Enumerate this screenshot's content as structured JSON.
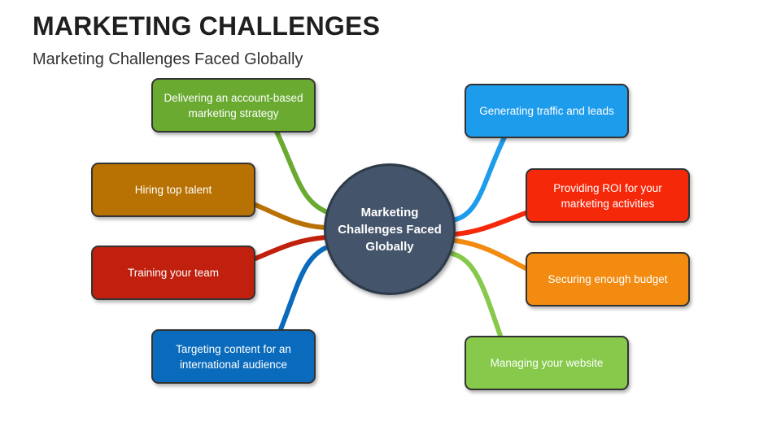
{
  "header": {
    "title": "MARKETING CHALLENGES",
    "subtitle": "Marketing Challenges Faced Globally"
  },
  "hub": {
    "label": "Marketing Challenges Faced Globally",
    "color": "#44546a"
  },
  "branches": [
    {
      "label": "Delivering an account-based marketing strategy",
      "color": "#6aaa31"
    },
    {
      "label": "Hiring top talent",
      "color": "#b87203"
    },
    {
      "label": "Training your team",
      "color": "#c0200d"
    },
    {
      "label": "Targeting content for an international audience",
      "color": "#0a6bbd"
    },
    {
      "label": "Generating traffic and leads",
      "color": "#1e9cec"
    },
    {
      "label": "Providing ROI for your marketing activities",
      "color": "#f5290a"
    },
    {
      "label": "Securing enough budget",
      "color": "#f28b10"
    },
    {
      "label": "Managing your website",
      "color": "#86c94b"
    }
  ]
}
